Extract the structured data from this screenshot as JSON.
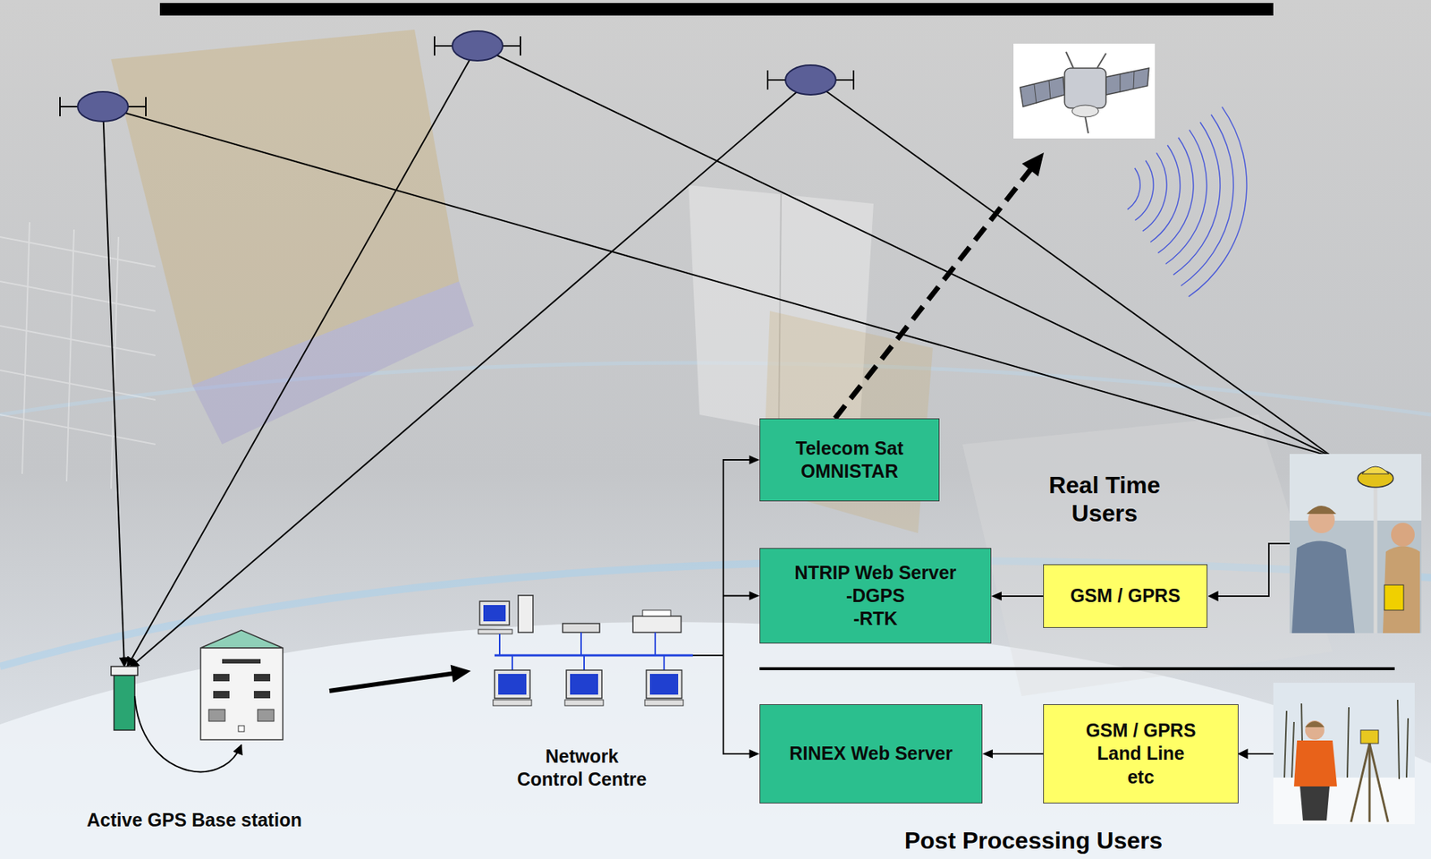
{
  "diagram": {
    "nodes": [
      {
        "text": [
          "Active GPS Base station"
        ]
      },
      {
        "text": [
          "Network Control Centre"
        ]
      },
      {
        "text": [
          "Telecom Sat OMNISTAR"
        ]
      },
      {
        "text": [
          "NTRIP Web Server",
          "-DGPS",
          "-RTK"
        ]
      },
      {
        "text": [
          "GSM / GPRS"
        ]
      },
      {
        "text": [
          "RINEX Web Server"
        ]
      },
      {
        "text": [
          "GSM / GPRS Land Line etc"
        ]
      }
    ],
    "edges": [
      {
        "from": 0,
        "to": 1,
        "arrow": "to"
      },
      {
        "from": 1,
        "to": 2,
        "arrow": "to"
      },
      {
        "from": 1,
        "to": 3,
        "arrow": "to"
      },
      {
        "from": 1,
        "to": 5,
        "arrow": "to"
      },
      {
        "from": 4,
        "to": 3,
        "arrow": "to"
      },
      {
        "from": 6,
        "to": 5,
        "arrow": "to"
      }
    ],
    "labels": [
      "Real Time Users",
      "Post Processing Users"
    ]
  }
}
